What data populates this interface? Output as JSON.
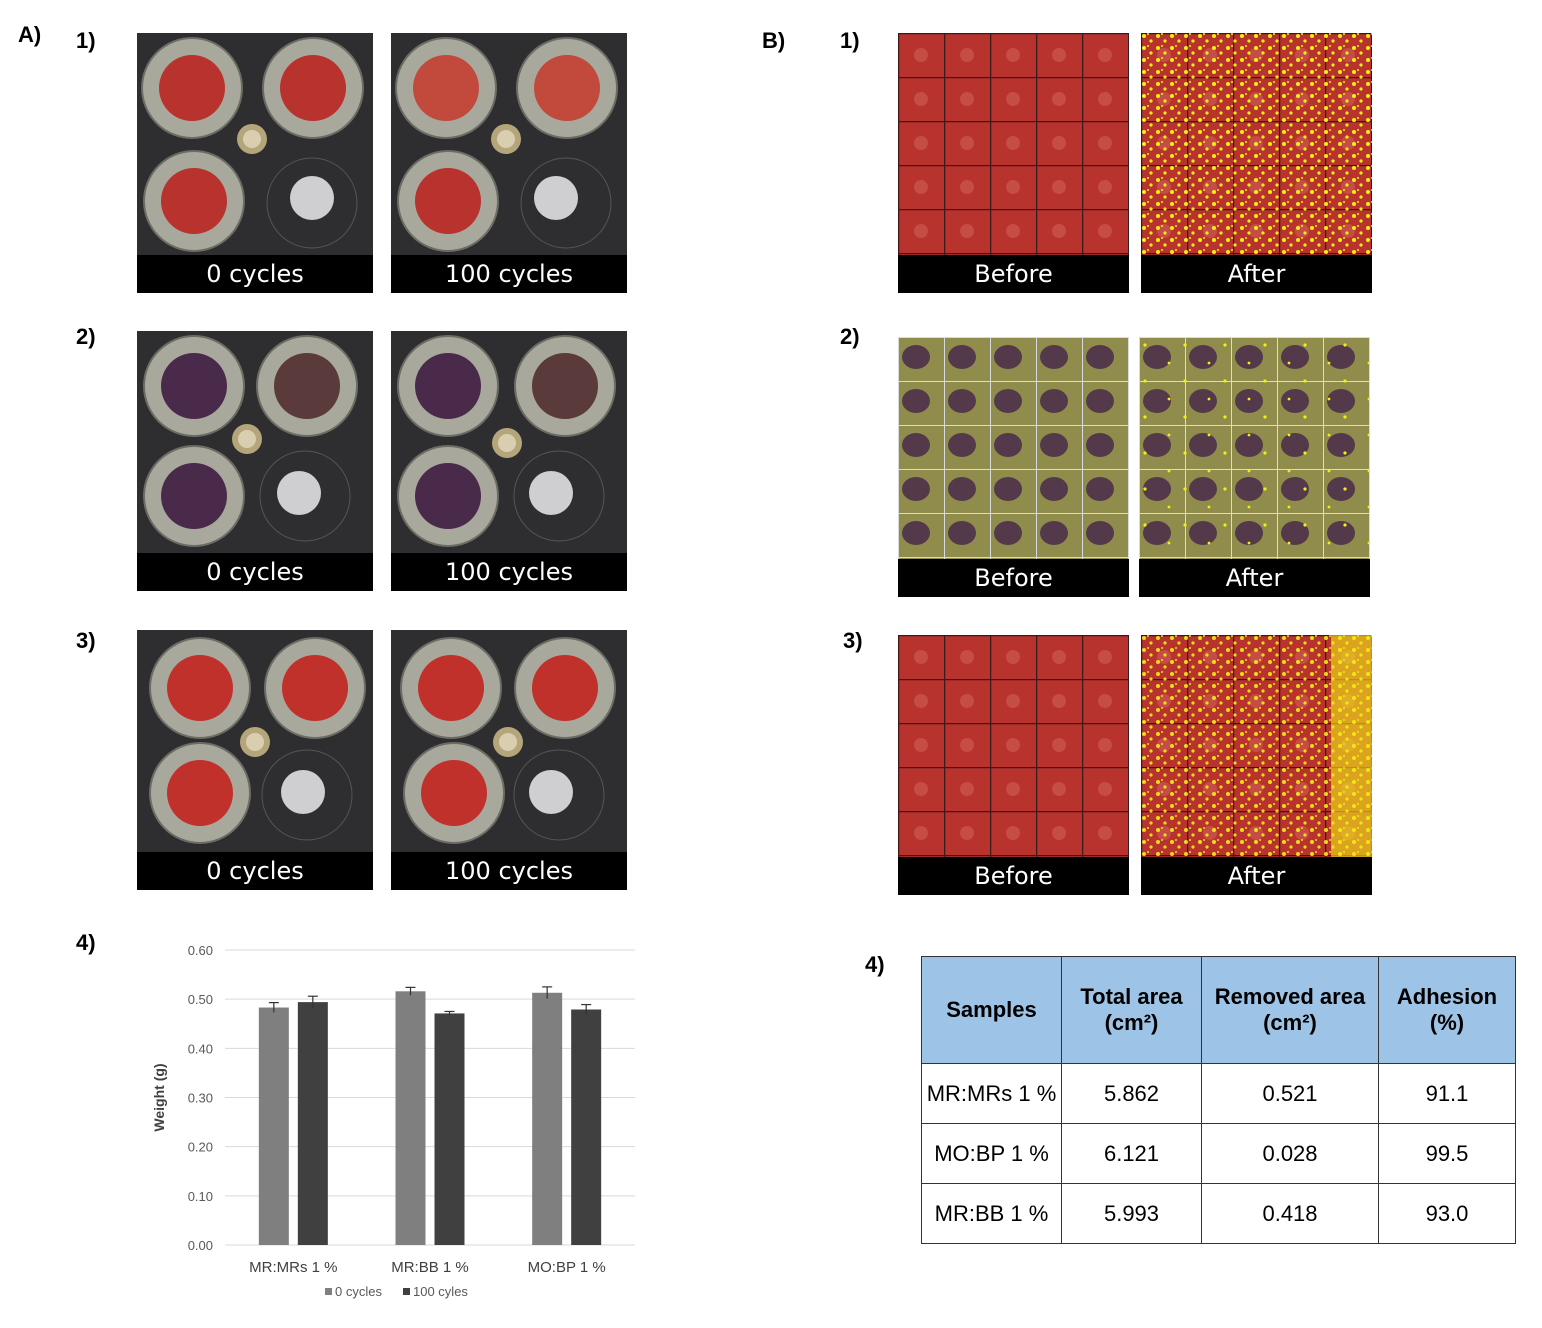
{
  "panels": {
    "A": "A)",
    "B": "B)"
  },
  "rows": {
    "r1": "1)",
    "r2": "2)",
    "r3": "3)",
    "r4": "4)"
  },
  "captions": {
    "zero": "0 cycles",
    "hundred": "100 cycles",
    "before": "Before",
    "after": "After"
  },
  "colors": {
    "red_coating": "#b8322e",
    "purple_coating": "#4a2a4a",
    "removed_highlight": "#f2ef14",
    "bar_0_cycles": "#7f7f7f",
    "bar_100_cycles": "#404040",
    "table_header": "#9dc3e6"
  },
  "chart_data": {
    "type": "bar",
    "categories": [
      "MR:MRs 1 %",
      "MR:BB 1 %",
      "MO:BP 1 %"
    ],
    "series": [
      {
        "name": "0 cycles",
        "values": [
          0.483,
          0.516,
          0.513
        ],
        "errors": [
          0.01,
          0.008,
          0.012
        ]
      },
      {
        "name": "100 cyles",
        "values": [
          0.494,
          0.471,
          0.479
        ],
        "errors": [
          0.012,
          0.004,
          0.01
        ]
      }
    ],
    "ylabel": "Weight (g)",
    "yticks": [
      "0.00",
      "0.10",
      "0.20",
      "0.30",
      "0.40",
      "0.50",
      "0.60"
    ],
    "ylim": [
      0,
      0.6
    ],
    "grid": true,
    "legend": "bottom"
  },
  "table": {
    "headers": [
      [
        "Samples"
      ],
      [
        "Total area",
        "(cm²)"
      ],
      [
        "Removed area",
        "(cm²)"
      ],
      [
        "Adhesion",
        "(%)"
      ]
    ],
    "rows": [
      [
        "MR:MRs 1 %",
        "5.862",
        "0.521",
        "91.1"
      ],
      [
        "MO:BP 1 %",
        "6.121",
        "0.028",
        "99.5"
      ],
      [
        "MR:BB 1 %",
        "5.993",
        "0.418",
        "93.0"
      ]
    ]
  }
}
